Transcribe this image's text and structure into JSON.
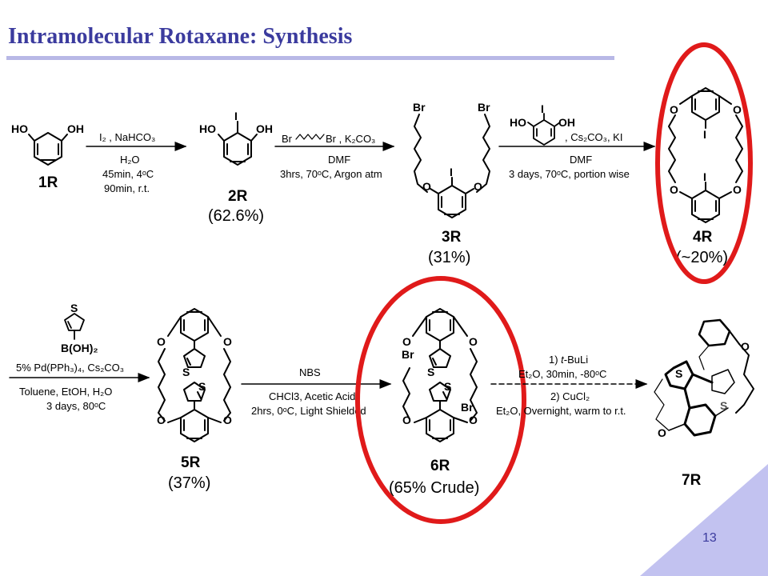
{
  "slide": {
    "title": "Intramolecular Rotaxane: Synthesis",
    "page_number": "13",
    "accent_color": "#3b3b9e",
    "highlight_color": "#e01a1a"
  },
  "compounds": {
    "c1": {
      "label": "1R",
      "yield": ""
    },
    "c2": {
      "label": "2R",
      "yield": "(62.6%)"
    },
    "c3": {
      "label": "3R",
      "yield": "(31%)"
    },
    "c4": {
      "label": "4R",
      "yield": "(~20%)"
    },
    "c5": {
      "label": "5R",
      "yield": "(37%)"
    },
    "c6": {
      "label": "6R",
      "yield": "(65% Crude)"
    },
    "c7": {
      "label": "7R",
      "yield": ""
    }
  },
  "steps": {
    "s1": {
      "reagents": "I2 , NaHCO3",
      "lines": [
        "H2O",
        "45min, 4oC",
        "90min, r.t."
      ]
    },
    "s2": {
      "reagents": "Br~~~~Br , K2CO3",
      "lines": [
        "DMF",
        "3hrs, 70oC, Argon atm"
      ]
    },
    "s3": {
      "reagents": "HO/OH diol, Cs2CO3, KI",
      "lines": [
        "DMF",
        "3 days, 70oC, portion wise"
      ]
    },
    "s4": {
      "reagents": "thiophene-3-B(OH)2",
      "lines": [
        "5% Pd(PPh3)4, Cs2CO3",
        "Toluene, EtOH, H2O",
        "3 days, 80oC"
      ]
    },
    "s5": {
      "reagents": "NBS",
      "lines": [
        "CHCl3, Acetic Acid",
        "2hrs, 0oC, Light Shielded"
      ]
    },
    "s6": {
      "reagents": "",
      "lines": [
        "1) t-BuLi",
        "Et2O, 30min, -80oC",
        "2) CuCl2",
        "Et2O, Overnight, warm to r.t."
      ]
    }
  },
  "atoms": {
    "HO": "HO",
    "OH": "OH",
    "I": "I",
    "Br": "Br",
    "O": "O",
    "S": "S"
  }
}
